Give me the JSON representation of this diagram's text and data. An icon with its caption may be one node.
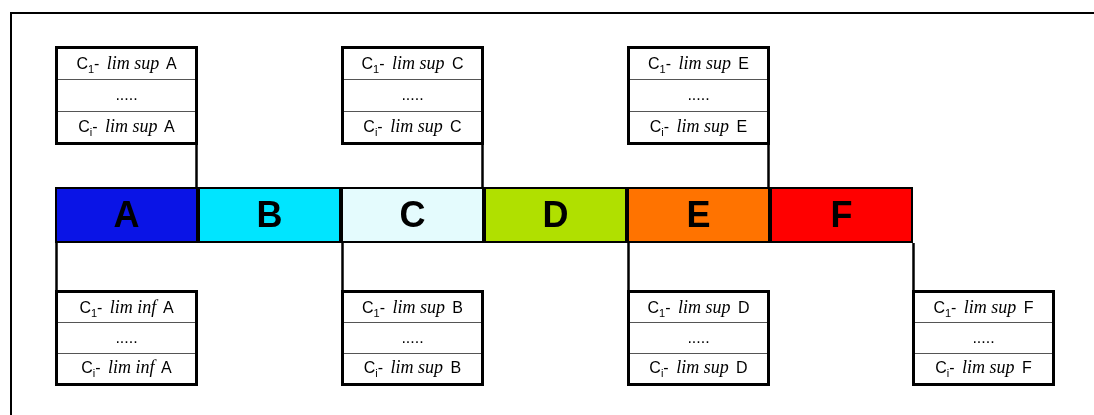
{
  "diagram": {
    "nodes": [
      {
        "text": [
          "C$_{1}$- *lim sup* A",
          ".....",
          "C$_{i}$- *lim sup* A"
        ]
      },
      {
        "text": [
          "C$_{1}$- *lim sup* C",
          ".....",
          "C$_{i}$- *lim sup* C"
        ]
      },
      {
        "text": [
          "C$_{1}$- *lim sup* E",
          ".....",
          "C$_{i}$- *lim sup* E"
        ]
      },
      {
        "text": [
          "A"
        ]
      },
      {
        "text": [
          "B"
        ]
      },
      {
        "text": [
          "C"
        ]
      },
      {
        "text": [
          "D"
        ]
      },
      {
        "text": [
          "E"
        ]
      },
      {
        "text": [
          "F"
        ]
      },
      {
        "text": [
          "C$_{1}$- *lim inf* A",
          ".....",
          "C$_{i}$- *lim inf* A"
        ]
      },
      {
        "text": [
          "C$_{1}$- *lim sup* B",
          ".....",
          "C$_{i}$- *lim sup* B"
        ]
      },
      {
        "text": [
          "C$_{1}$- *lim sup* D",
          ".....",
          "C$_{i}$- *lim sup* D"
        ]
      },
      {
        "text": [
          "C$_{1}$- *lim sup* F",
          ".....",
          "C$_{i}$- *lim sup* F"
        ]
      }
    ],
    "edges": [
      {
        "from": 0,
        "to": 3,
        "arrow": "none"
      },
      {
        "from": 1,
        "to": 5,
        "arrow": "none"
      },
      {
        "from": 2,
        "to": 7,
        "arrow": "none"
      },
      {
        "from": 9,
        "to": 3,
        "arrow": "none"
      },
      {
        "from": 10,
        "to": 4,
        "arrow": "none"
      },
      {
        "from": 11,
        "to": 6,
        "arrow": "none"
      },
      {
        "from": 12,
        "to": 8,
        "arrow": "none"
      }
    ]
  }
}
